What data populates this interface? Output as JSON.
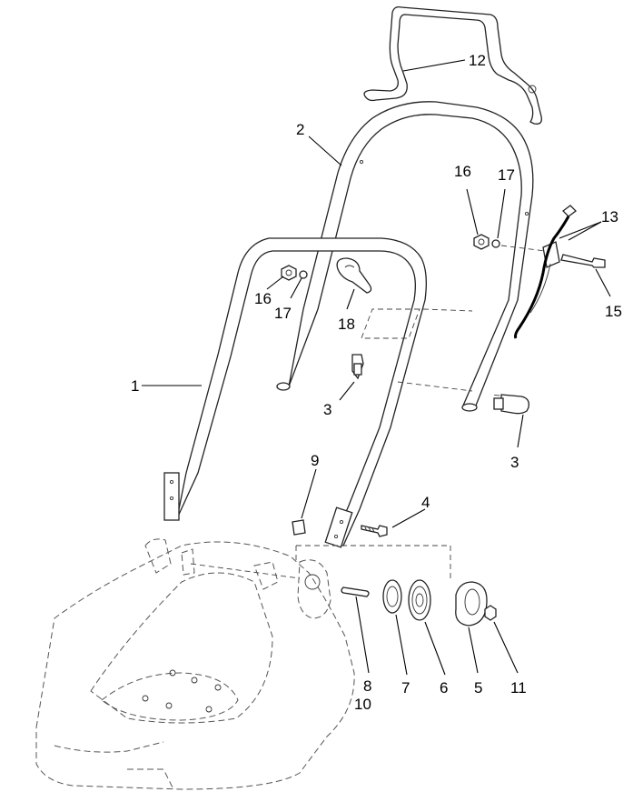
{
  "callouts": {
    "c1": "1",
    "c2": "2",
    "c3a": "3",
    "c3b": "3",
    "c4": "4",
    "c5": "5",
    "c6": "6",
    "c7": "7",
    "c8": "8",
    "c9": "9",
    "c10": "10",
    "c11": "11",
    "c12": "12",
    "c13": "13",
    "c15": "15",
    "c16a": "16",
    "c16b": "16",
    "c17a": "17",
    "c17b": "17",
    "c18": "18"
  }
}
